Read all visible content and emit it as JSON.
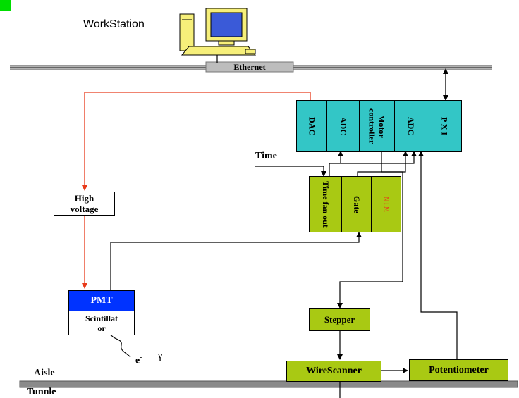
{
  "workstation": {
    "label": "WorkStation",
    "icon": "computer-icon"
  },
  "network": {
    "ethernet_label": "Ethernet"
  },
  "crate": {
    "modules": [
      "DAC",
      "ADC",
      "Motor controller",
      "ADC",
      "P X I"
    ]
  },
  "nim": {
    "modules": [
      "Time fan out",
      "Gate",
      "N I M"
    ],
    "nim_color": "#e83a1a"
  },
  "signals": {
    "time_label": "Time"
  },
  "high_voltage": {
    "line1": "High",
    "line2": "voltage"
  },
  "detector": {
    "pmt_label": "PMT",
    "scintillator_line1": "Scintillat",
    "scintillator_line2": "or"
  },
  "particles": {
    "electron": "e",
    "electron_sup": "-",
    "gamma": "γ"
  },
  "stepper": {
    "label": "Stepper"
  },
  "wirescanner": {
    "label": "WireScanner"
  },
  "potentiometer": {
    "label": "Potentiometer"
  },
  "zones": {
    "aisle": "Aisle",
    "tunnel": "Tunnle"
  },
  "colors": {
    "teal": "#33c6c6",
    "olive": "#a9c913",
    "hv_line": "#e83a1a",
    "pmt_blue": "#0033ff",
    "corner_marker": "#00dd00"
  }
}
